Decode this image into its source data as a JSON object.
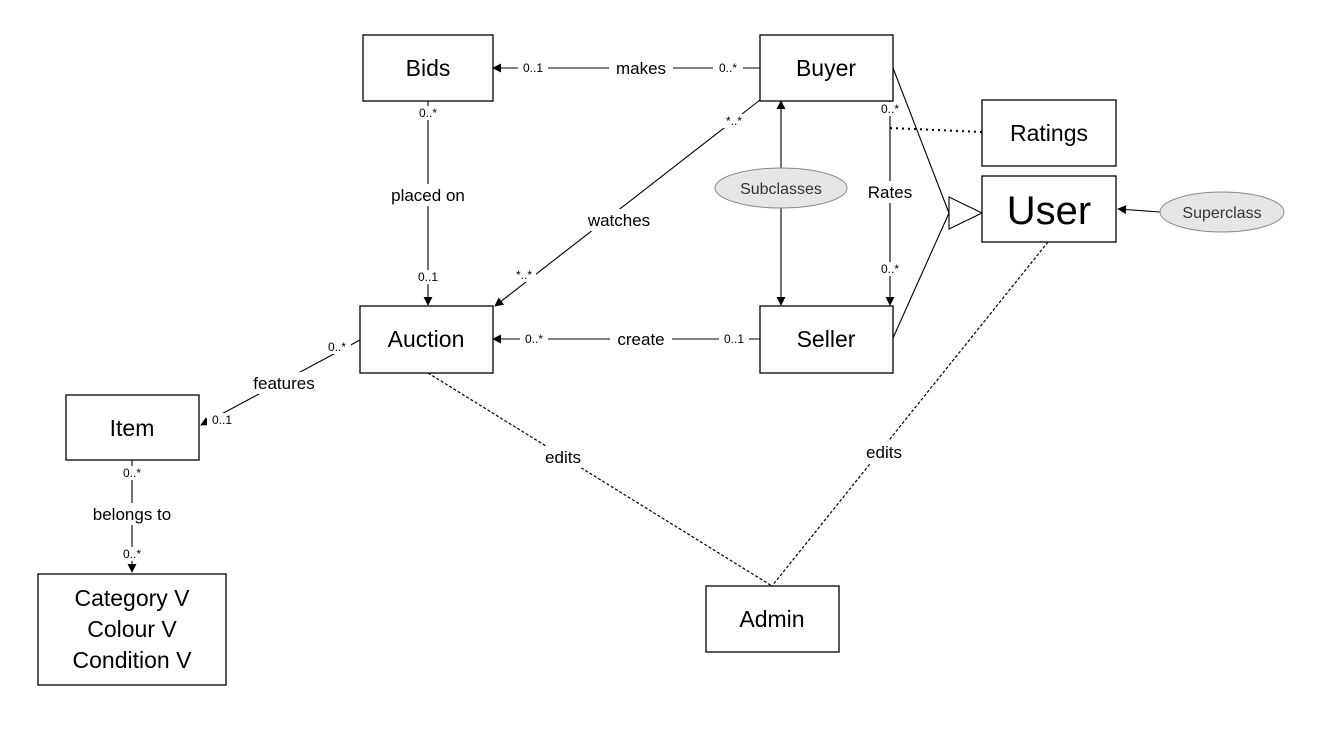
{
  "classes": {
    "bids": "Bids",
    "buyer": "Buyer",
    "ratings": "Ratings",
    "user": "User",
    "auction": "Auction",
    "seller": "Seller",
    "item": "Item",
    "item_attrs": [
      "Category V",
      "Colour V",
      "Condition V"
    ],
    "admin": "Admin"
  },
  "notes": {
    "subclasses": "Subclasses",
    "superclass": "Superclass"
  },
  "associations": {
    "makes": {
      "label": "makes",
      "bids_end": "0..1",
      "buyer_end": "0..*"
    },
    "placed_on": {
      "label": "placed on",
      "bids_end": "0..*",
      "auction_end": "0..1"
    },
    "watches": {
      "label": "watches",
      "buyer_end": "*..*",
      "auction_end": "*..*"
    },
    "rates": {
      "label": "Rates",
      "buyer_end": "0..*",
      "seller_end": "0..*"
    },
    "create": {
      "label": "create",
      "auction_end": "0..*",
      "seller_end": "0..1"
    },
    "features": {
      "label": "features",
      "auction_end": "0..*",
      "item_end": "0..1"
    },
    "belongs_to": {
      "label": "belongs to",
      "item_end": "0..*",
      "category_end": "0..*"
    },
    "edits_auction": {
      "label": "edits"
    },
    "edits_user": {
      "label": "edits"
    }
  }
}
